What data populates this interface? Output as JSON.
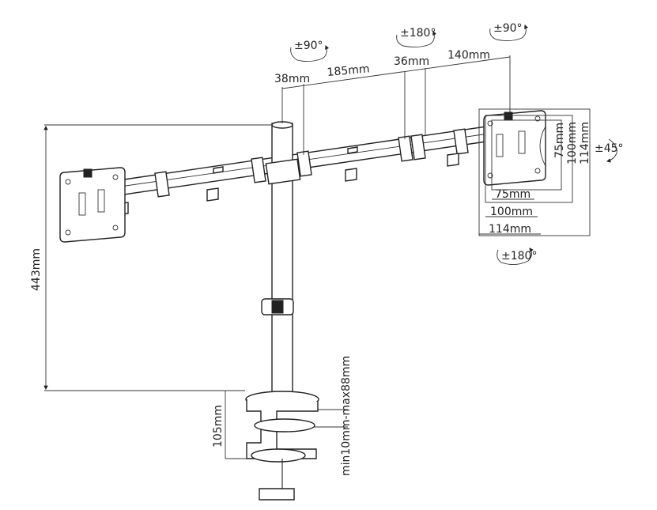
{
  "dimensions": {
    "pole_offset": "38mm",
    "arm_length": "185mm",
    "joint_width": "36mm",
    "end_arm_length": "140mm",
    "height": "443mm",
    "clamp_height": "105mm",
    "desk_thickness": "min10mm-max88mm"
  },
  "vesa": {
    "small": "75mm",
    "medium": "100mm",
    "large": "114mm"
  },
  "rotation": {
    "top_left_tilt": "±90°",
    "top_middle_swivel": "±180°",
    "top_right_tilt": "±90°",
    "side_tilt": "±45°",
    "bottom_swivel": "±180°"
  }
}
